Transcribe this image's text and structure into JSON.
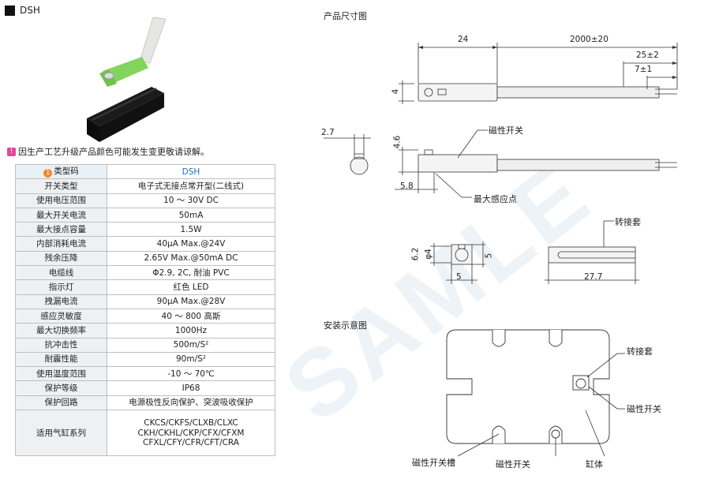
{
  "header": {
    "model": "DSH"
  },
  "notice": {
    "icon": "pink-notice-icon",
    "text": "因生产工艺升级产品颜色可能发生变更敬请谅解。"
  },
  "spec_table": {
    "head": {
      "num": "1",
      "label": "类型码",
      "value": "DSH"
    },
    "rows": [
      {
        "label": "开关类型",
        "value": "电子式无接点常开型(二线式)"
      },
      {
        "label": "使用电压范围",
        "value": "10 ～ 30V DC"
      },
      {
        "label": "最大开关电流",
        "value": "50mA"
      },
      {
        "label": "最大接点容量",
        "value": "1.5W"
      },
      {
        "label": "内部消耗电流",
        "value": "40μA Max.@24V"
      },
      {
        "label": "残余压降",
        "value": "2.65V Max.@50mA DC"
      },
      {
        "label": "电缆线",
        "value": "Φ2.9, 2C, 耐油 PVC"
      },
      {
        "label": "指示灯",
        "value": "红色 LED"
      },
      {
        "label": "拽漏电流",
        "value": "90μA Max.@28V"
      },
      {
        "label": "感应灵敏度",
        "value": "40 ～ 800 高斯"
      },
      {
        "label": "最大切换频率",
        "value": "1000Hz"
      },
      {
        "label": "抗冲击性",
        "value": "500m/S²"
      },
      {
        "label": "耐震性能",
        "value": "90m/S²"
      },
      {
        "label": "使用温度范围",
        "value": "-10 ～ 70℃"
      },
      {
        "label": "保护等级",
        "value": "IP68"
      },
      {
        "label": "保护回路",
        "value": "电源极性反向保护、突波吸收保护"
      }
    ],
    "cylinder": {
      "label": "适用气缸系列",
      "lines": [
        "CKCS/CKFS/CLXB/CLXC",
        "CKH/CKHL/CKP/CFX/CFXM",
        "CFXL/CFY/CFR/CFT/CRA"
      ]
    }
  },
  "dimension_drawing": {
    "title": "产品尺寸图",
    "dims": {
      "d24": "24",
      "d2000": "2000±20",
      "d25": "25±2",
      "d7": "7±1",
      "d4": "4",
      "d27": "2.7",
      "d46": "4.6",
      "d58": "5.8",
      "d62": "6.2",
      "phi4": "φ4",
      "d5a": "5",
      "d5b": "5",
      "d277": "27.7"
    },
    "labels": {
      "magnetic_switch": "磁性开关",
      "max_sensing_point": "最大感应点",
      "adapter_sleeve": "转接套"
    }
  },
  "install_drawing": {
    "title": "安装示意图",
    "labels": {
      "adapter_sleeve": "转接套",
      "magnetic_switch_right": "磁性开关",
      "switch_groove": "磁性开关槽",
      "magnetic_switch_bottom": "磁性开关",
      "cylinder_body": "缸体"
    }
  },
  "watermark": {
    "text": "SAMLE"
  }
}
